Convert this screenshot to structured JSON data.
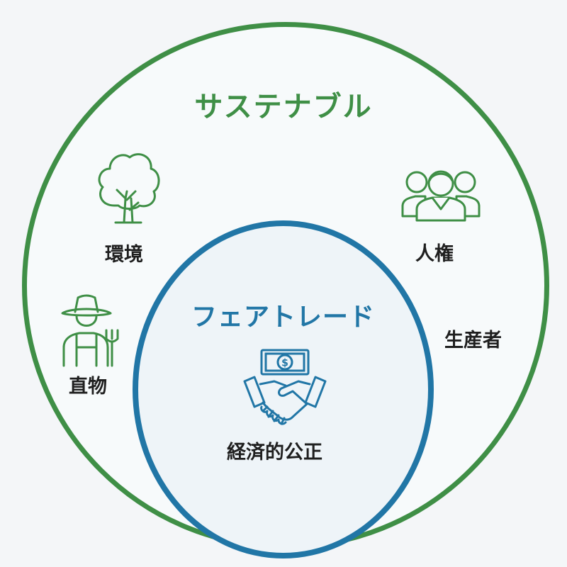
{
  "outer_circle": {
    "title": "サステナブル",
    "color": "#3f8f46"
  },
  "inner_circle": {
    "title": "フェアトレード",
    "color": "#2176a6"
  },
  "labels": {
    "environment": "環境",
    "human_rights": "人権",
    "producers": "生産者",
    "plants": "直物",
    "economic_fairness": "経済的公正"
  },
  "icons": [
    "tree-icon",
    "people-group-icon",
    "farmer-icon",
    "money-icon",
    "handshake-icon"
  ],
  "money_symbol": "$"
}
